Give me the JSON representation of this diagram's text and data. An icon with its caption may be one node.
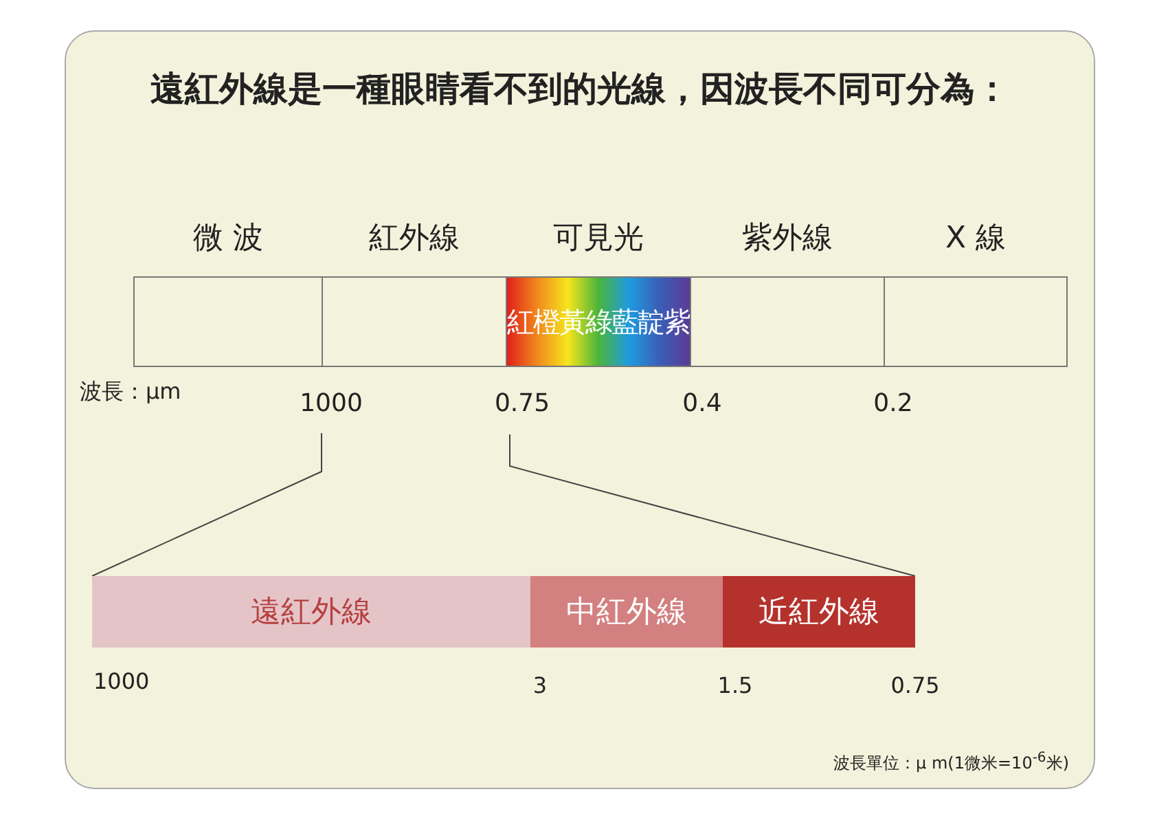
{
  "diagram": {
    "title": "遠紅外線是一種眼睛看不到的光線，因波長不同可分為：",
    "nodes": [
      {
        "text": [
          "微 波"
        ]
      },
      {
        "text": [
          "紅外線"
        ]
      },
      {
        "text": [
          "可見光",
          "紅橙黃綠藍靛紫"
        ]
      },
      {
        "text": [
          "紫外線"
        ]
      },
      {
        "text": [
          "X 線"
        ]
      },
      {
        "text": [
          "遠紅外線"
        ]
      },
      {
        "text": [
          "中紅外線"
        ]
      },
      {
        "text": [
          "近紅外線"
        ]
      }
    ],
    "labels": [
      "波長：μm",
      "1000",
      "0.75",
      "0.4",
      "0.2",
      "1000",
      "3",
      "1.5",
      "0.75",
      "波長單位：μ m(1微米=10$^{-6}$米)"
    ]
  }
}
